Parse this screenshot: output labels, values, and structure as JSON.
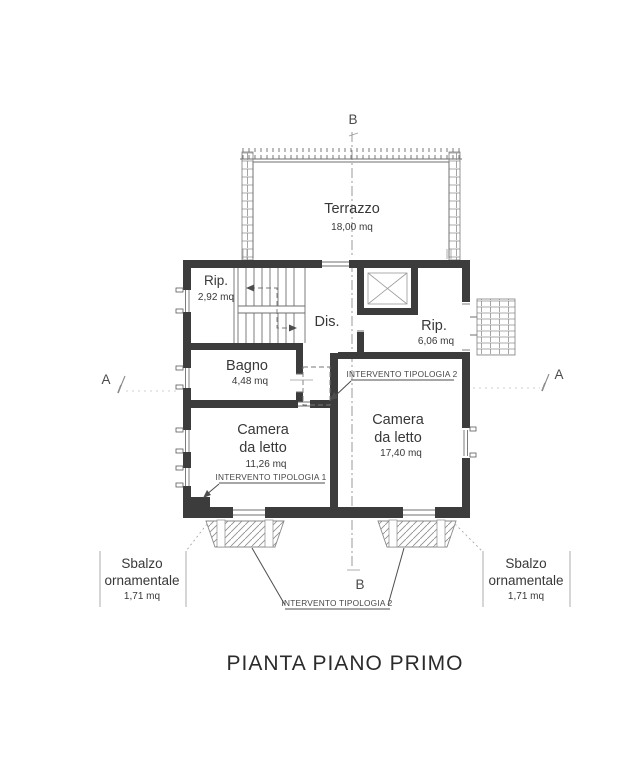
{
  "title": "PIANTA PIANO PRIMO",
  "markers": {
    "section_b_top": "B",
    "section_b_bottom": "B",
    "section_a_left": "A",
    "section_a_right": "A"
  },
  "rooms": {
    "terrazzo": {
      "name": "Terrazzo",
      "area": "18,00 mq"
    },
    "rip1": {
      "name": "Rip.",
      "area": "2,92 mq"
    },
    "dis": {
      "name": "Dis."
    },
    "rip2": {
      "name": "Rip.",
      "area": "6,06 mq"
    },
    "bagno": {
      "name": "Bagno",
      "area": "4,48 mq"
    },
    "camera1": {
      "line1": "Camera",
      "line2": "da letto",
      "area": "11,26 mq"
    },
    "camera2": {
      "line1": "Camera",
      "line2": "da letto",
      "area": "17,40 mq"
    }
  },
  "annotations": {
    "intervento_tipologia_1": "INTERVENTO TIPOLOGIA 1",
    "intervento_tipologia_2_niche": "INTERVENTO TIPOLOGIA 2",
    "intervento_tipologia_2_balconies": "INTERVENTO TIPOLOGIA 2",
    "sbalzo_left": {
      "line1": "Sbalzo",
      "line2": "ornamentale",
      "area": "1,71 mq"
    },
    "sbalzo_right": {
      "line1": "Sbalzo",
      "line2": "ornamentale",
      "area": "1,71 mq"
    }
  },
  "colors": {
    "ink": "#3c3c3c",
    "thin_line": "#6f6f6f",
    "faint_line": "#9a9a9a",
    "paper": "#ffffff"
  }
}
